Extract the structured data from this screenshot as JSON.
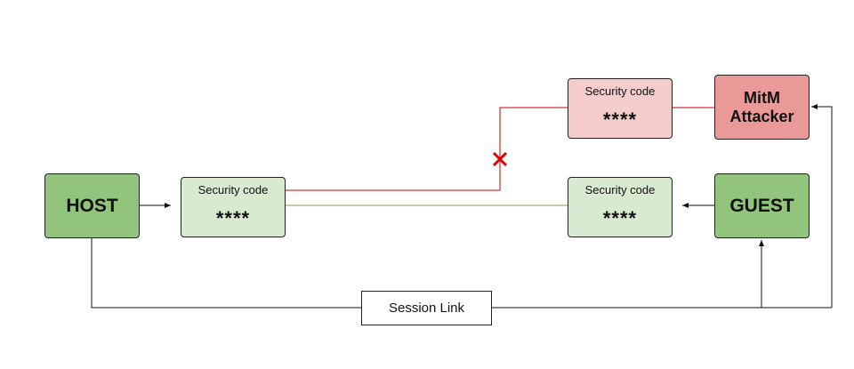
{
  "nodes": {
    "host": "HOST",
    "guest": "GUEST",
    "attacker_line1": "MitM",
    "attacker_line2": "Attacker"
  },
  "codes": {
    "host": {
      "title": "Security code",
      "value": "****"
    },
    "guest": {
      "title": "Security code",
      "value": "****"
    },
    "attacker": {
      "title": "Security code",
      "value": "****"
    }
  },
  "session_link": "Session Link",
  "colors": {
    "node_green": "#93c47d",
    "node_red": "#ea9999",
    "code_green": "#d9ead3",
    "code_red": "#f4cccc",
    "match_line": "#6aa84f",
    "mismatch_line": "#cc0000"
  }
}
